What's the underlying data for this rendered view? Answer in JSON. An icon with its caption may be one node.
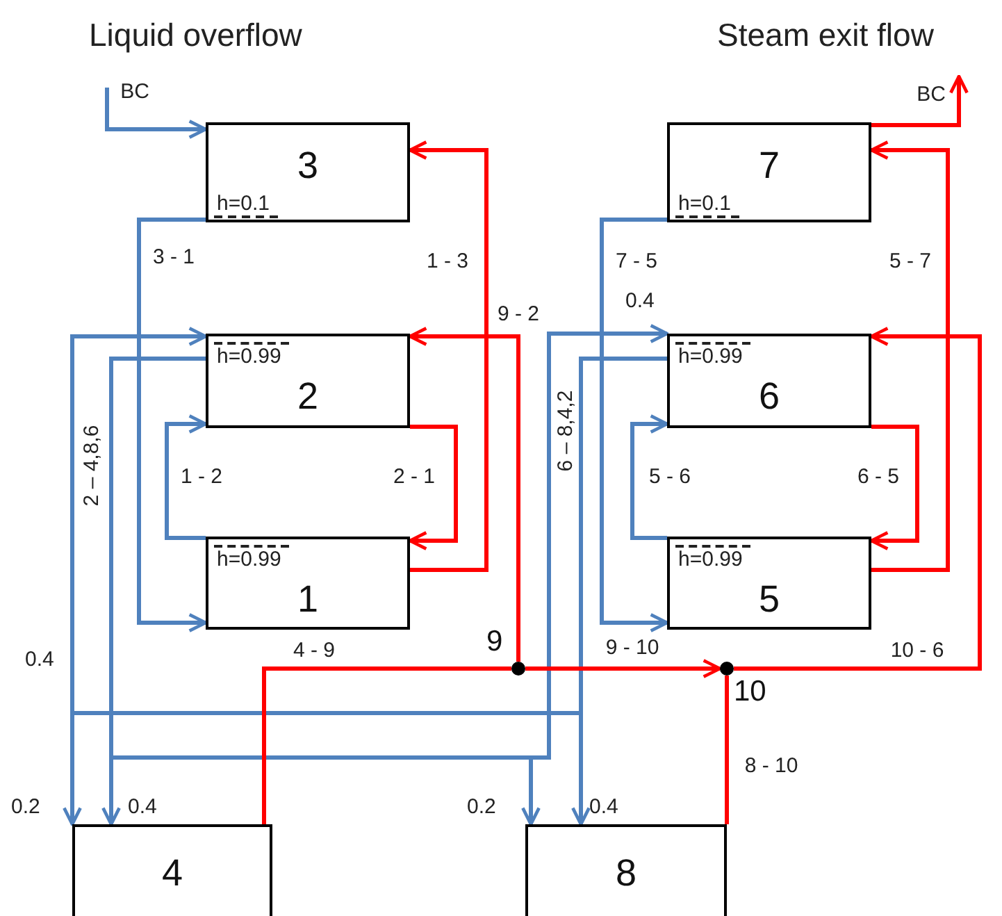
{
  "diagram": {
    "nodes": [
      {
        "text": [
          "3",
          "h=0.1"
        ]
      },
      {
        "text": [
          "2",
          "h=0.99"
        ]
      },
      {
        "text": [
          "1",
          "h=0.99"
        ]
      },
      {
        "text": [
          "7",
          "h=0.1"
        ]
      },
      {
        "text": [
          "6",
          "h=0.99"
        ]
      },
      {
        "text": [
          "5",
          "h=0.99"
        ]
      },
      {
        "text": [
          "4"
        ]
      },
      {
        "text": [
          "8"
        ]
      },
      {
        "text": [],
        "shape": "circle",
        "beside": [
          "9"
        ]
      },
      {
        "text": [],
        "shape": "circle",
        "beside": [
          "10"
        ]
      }
    ],
    "edges": [
      {
        "from": null,
        "to": 0,
        "arrow": "to",
        "label": "BC"
      },
      {
        "from": 3,
        "to": null,
        "arrow": "to",
        "label": "BC",
        "color": "#ff0000"
      },
      {
        "from": 0,
        "to": 2,
        "arrow": "to",
        "label": "3 - 1"
      },
      {
        "from": 2,
        "to": 0,
        "arrow": "to",
        "label": "1 - 3",
        "color": "#ff0000"
      },
      {
        "from": 2,
        "to": 1,
        "arrow": "to",
        "label": "1 - 2"
      },
      {
        "from": 1,
        "to": 2,
        "arrow": "to",
        "label": "2 - 1",
        "color": "#ff0000"
      },
      {
        "from": 1,
        "to": 6,
        "arrow": "to",
        "label": "2 – 4,8,6"
      },
      {
        "from": 1,
        "to": 7,
        "arrow": "to"
      },
      {
        "from": 1,
        "to": 4,
        "arrow": "to"
      },
      {
        "from": 4,
        "to": 7,
        "arrow": "to",
        "label": "6 – 8,4,2"
      },
      {
        "from": 4,
        "to": 6,
        "arrow": "to"
      },
      {
        "from": 4,
        "to": 1,
        "arrow": "to"
      },
      {
        "from": 3,
        "to": 5,
        "arrow": "to",
        "label": "7 - 5"
      },
      {
        "from": 5,
        "to": 3,
        "arrow": "to",
        "label": "5 - 7",
        "color": "#ff0000"
      },
      {
        "from": 5,
        "to": 4,
        "arrow": "to",
        "label": "5 - 6"
      },
      {
        "from": 4,
        "to": 5,
        "arrow": "to",
        "label": "6 - 5",
        "color": "#ff0000"
      },
      {
        "from": 8,
        "to": 1,
        "arrow": "to",
        "label": "9 - 2",
        "color": "#ff0000"
      },
      {
        "from": 6,
        "to": 8,
        "arrow": "none",
        "label": "4 - 9",
        "color": "#ff0000"
      },
      {
        "from": 8,
        "to": 9,
        "arrow": "to",
        "label": "9 - 10",
        "color": "#ff0000"
      },
      {
        "from": 7,
        "to": 9,
        "arrow": "none",
        "label": "8 - 10",
        "color": "#ff0000"
      },
      {
        "from": 9,
        "to": 4,
        "arrow": "to",
        "label": "10 - 6",
        "color": "#ff0000"
      }
    ],
    "labels": [
      "Liquid overflow",
      "Steam exit flow",
      "0.4",
      "0.2",
      "0.4",
      "0.2",
      "0.4",
      "0.4"
    ]
  }
}
